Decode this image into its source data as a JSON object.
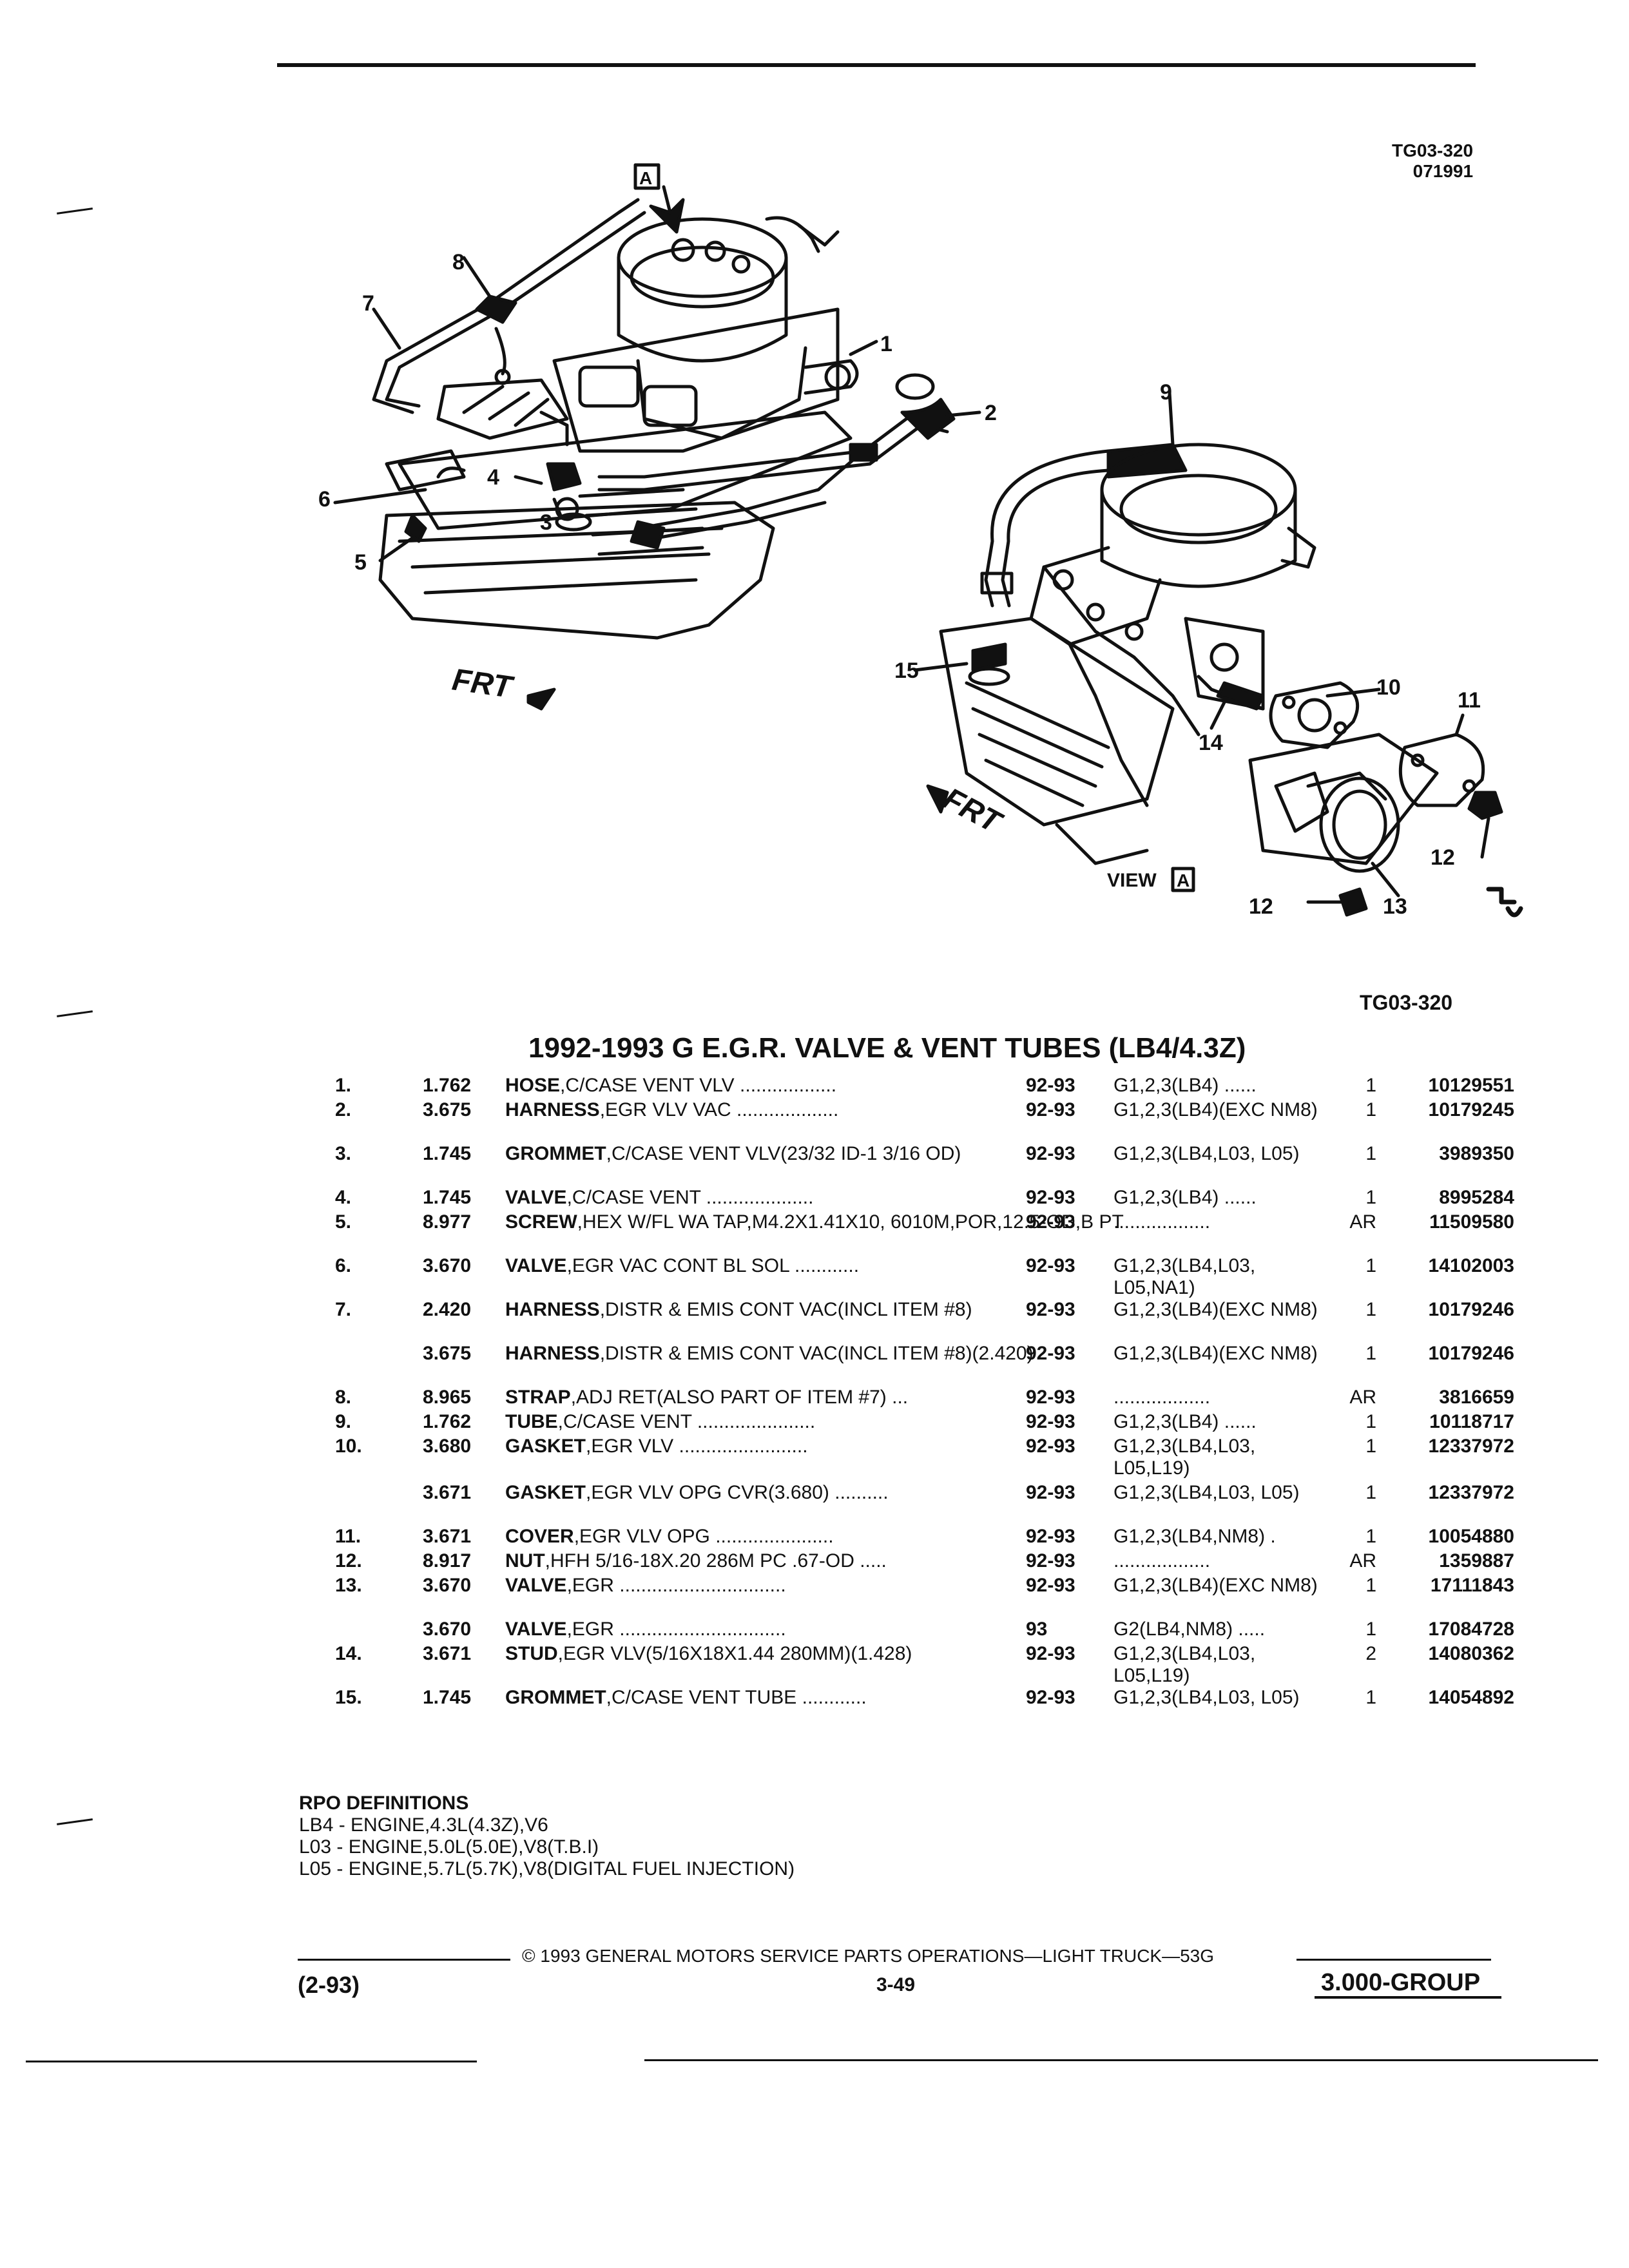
{
  "figure": {
    "code": "TG03-320",
    "date_code": "071991",
    "bottom_code": "TG03-320",
    "view_label": "VIEW",
    "view_letter": "A",
    "frt_label": "FRT",
    "callouts": [
      "1",
      "2",
      "3",
      "4",
      "5",
      "6",
      "7",
      "8",
      "9",
      "10",
      "11",
      "12",
      "12",
      "13",
      "14",
      "15"
    ]
  },
  "section_title": "1992-1993 G E.G.R. VALVE & VENT TUBES (LB4/4.3Z)",
  "parts": [
    {
      "item": "1.",
      "group": "1.762",
      "name": "HOSE",
      "desc": ",C/CASE VENT VLV",
      "dots": " ..................",
      "years": "92-93",
      "app": "G1,2,3(LB4) ......",
      "qty": "1",
      "pn": "10129551"
    },
    {
      "item": "2.",
      "group": "3.675",
      "name": "HARNESS",
      "desc": ",EGR VLV VAC",
      "dots": " ...................",
      "years": "92-93",
      "app": "G1,2,3(LB4)(EXC NM8)",
      "qty": "1",
      "pn": "10179245"
    },
    {
      "item": "3.",
      "group": "1.745",
      "name": "GROMMET",
      "desc": ",C/CASE VENT VLV(23/32 ID-1 3/16 OD)",
      "dots": "",
      "years": "92-93",
      "app": "G1,2,3(LB4,L03, L05)",
      "qty": "1",
      "pn": "3989350"
    },
    {
      "item": "4.",
      "group": "1.745",
      "name": "VALVE",
      "desc": ",C/CASE VENT",
      "dots": " ....................",
      "years": "92-93",
      "app": "G1,2,3(LB4) ......",
      "qty": "1",
      "pn": "8995284"
    },
    {
      "item": "5.",
      "group": "8.977",
      "name": "SCREW",
      "desc": ",HEX W/FL WA TAP,M4.2X1.41X10, 6010M,POR,12.5-OD,B PT",
      "dots": "",
      "years": "92-93",
      "app": "..................",
      "qty": "AR",
      "pn": "11509580"
    },
    {
      "item": "6.",
      "group": "3.670",
      "name": "VALVE",
      "desc": ",EGR VAC CONT BL SOL",
      "dots": " ............",
      "years": "92-93",
      "app": "G1,2,3(LB4,L03, L05,NA1)",
      "qty": "1",
      "pn": "14102003"
    },
    {
      "item": "7.",
      "group": "2.420",
      "name": "HARNESS",
      "desc": ",DISTR & EMIS CONT VAC(INCL ITEM #8)",
      "dots": "",
      "years": "92-93",
      "app": "G1,2,3(LB4)(EXC NM8)",
      "qty": "1",
      "pn": "10179246"
    },
    {
      "item": "",
      "group": "3.675",
      "name": "HARNESS",
      "desc": ",DISTR & EMIS CONT VAC(INCL ITEM #8)(2.420)",
      "dots": "",
      "years": "92-93",
      "app": "G1,2,3(LB4)(EXC NM8)",
      "qty": "1",
      "pn": "10179246"
    },
    {
      "item": "8.",
      "group": "8.965",
      "name": "STRAP",
      "desc": ",ADJ RET(ALSO PART OF ITEM #7)",
      "dots": " ...",
      "years": "92-93",
      "app": "..................",
      "qty": "AR",
      "pn": "3816659"
    },
    {
      "item": "9.",
      "group": "1.762",
      "name": "TUBE",
      "desc": ",C/CASE VENT",
      "dots": " ......................",
      "years": "92-93",
      "app": "G1,2,3(LB4) ......",
      "qty": "1",
      "pn": "10118717"
    },
    {
      "item": "10.",
      "group": "3.680",
      "name": "GASKET",
      "desc": ",EGR VLV",
      "dots": " ........................",
      "years": "92-93",
      "app": "G1,2,3(LB4,L03, L05,L19)",
      "qty": "1",
      "pn": "12337972"
    },
    {
      "item": "",
      "group": "3.671",
      "name": "GASKET",
      "desc": ",EGR VLV OPG CVR(3.680)",
      "dots": " ..........",
      "years": "92-93",
      "app": "G1,2,3(LB4,L03, L05)",
      "qty": "1",
      "pn": "12337972"
    },
    {
      "item": "11.",
      "group": "3.671",
      "name": "COVER",
      "desc": ",EGR VLV OPG",
      "dots": " ......................",
      "years": "92-93",
      "app": "G1,2,3(LB4,NM8) .",
      "qty": "1",
      "pn": "10054880"
    },
    {
      "item": "12.",
      "group": "8.917",
      "name": "NUT",
      "desc": ",HFH 5/16-18X.20 286M PC .67-OD",
      "dots": " .....",
      "years": "92-93",
      "app": "..................",
      "qty": "AR",
      "pn": "1359887"
    },
    {
      "item": "13.",
      "group": "3.670",
      "name": "VALVE",
      "desc": ",EGR",
      "dots": " ...............................",
      "years": "92-93",
      "app": "G1,2,3(LB4)(EXC NM8)",
      "qty": "1",
      "pn": "17111843"
    },
    {
      "item": "",
      "group": "3.670",
      "name": "VALVE",
      "desc": ",EGR",
      "dots": " ...............................",
      "years": "93",
      "app": "G2(LB4,NM8) .....",
      "qty": "1",
      "pn": "17084728"
    },
    {
      "item": "14.",
      "group": "3.671",
      "name": "STUD",
      "desc": ",EGR VLV(5/16X18X1.44 280MM)(1.428)",
      "dots": "",
      "years": "92-93",
      "app": "G1,2,3(LB4,L03, L05,L19)",
      "qty": "2",
      "pn": "14080362"
    },
    {
      "item": "15.",
      "group": "1.745",
      "name": "GROMMET",
      "desc": ",C/CASE VENT TUBE",
      "dots": " ............",
      "years": "92-93",
      "app": "G1,2,3(LB4,L03, L05)",
      "qty": "1",
      "pn": "14054892"
    }
  ],
  "rpo": {
    "heading": "RPO DEFINITIONS",
    "lines": [
      "LB4 - ENGINE,4.3L(4.3Z),V6",
      "L03 - ENGINE,5.0L(5.0E),V8(T.B.I)",
      "L05 - ENGINE,5.7L(5.7K),V8(DIGITAL FUEL INJECTION)"
    ]
  },
  "footer": {
    "copyright": "© 1993 GENERAL MOTORS SERVICE PARTS OPERATIONS—LIGHT TRUCK—53G",
    "date": "(2-93)",
    "page": "3-49",
    "group": "3.000-GROUP"
  }
}
